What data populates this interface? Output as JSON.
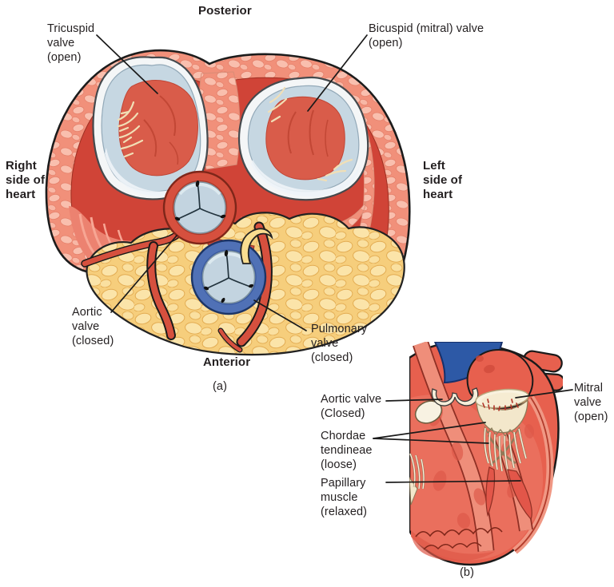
{
  "panel_a": {
    "caption": "(a)",
    "orientation_top": "Posterior",
    "orientation_bottom": "Anterior",
    "orientation_left": "Right\nside of\nheart",
    "orientation_right": "Left\nside of\nheart",
    "labels": {
      "tricuspid": "Tricuspid\nvalve\n(open)",
      "bicuspid": "Bicuspid (mitral) valve\n(open)",
      "aortic": "Aortic\nvalve\n(closed)",
      "pulmonary": "Pulmonary\nvalve\n(closed)"
    }
  },
  "panel_b": {
    "caption": "(b)",
    "labels": {
      "aortic": "Aortic valve\n(Closed)",
      "chordae": "Chordae\ntendineae\n(loose)",
      "papillary": "Papillary\nmuscle\n(relaxed)",
      "mitral": "Mitral\nvalve\n(open)"
    }
  },
  "colors": {
    "muscle_red": "#D04437",
    "outer_salmon": "#F1907A",
    "pebble_light": "#F9BFAE",
    "fat_yellow": "#F6CE7C",
    "fat_lobule": "#FBE4A9",
    "valve_leaflet_gray_blue": "#C3D4E0",
    "valve_ring_white": "#F4F6F7",
    "aortic_ring_red": "#D6503E",
    "pulmonary_ring_blue": "#5071B6",
    "vessel_blue": "#2D59A6",
    "heart_body_red": "#E7604E",
    "valve_cream": "#F3E7CB",
    "label_text": "#231F20"
  }
}
